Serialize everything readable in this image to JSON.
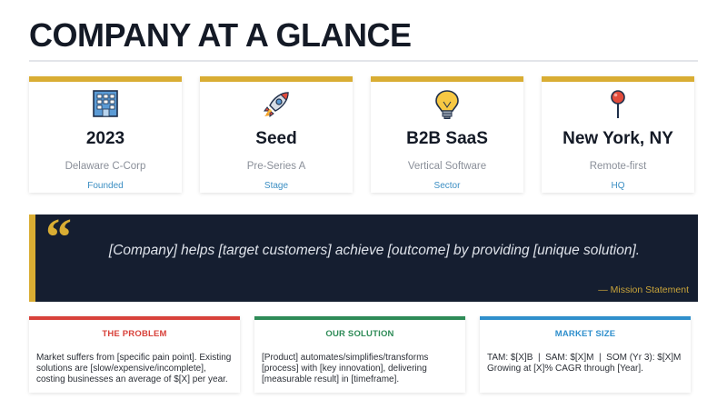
{
  "title": "COMPANY AT A GLANCE",
  "colors": {
    "accent": "#d9ad33",
    "dark": "#151e30",
    "problem": "#d8413a",
    "solution": "#2e8b57",
    "market": "#2f8fcc",
    "caption": "#3b8ec3"
  },
  "cards": [
    {
      "icon": "office-building-icon",
      "value": "2023",
      "sub": "Delaware C-Corp",
      "caption": "Founded"
    },
    {
      "icon": "rocket-icon",
      "value": "Seed",
      "sub": "Pre-Series A",
      "caption": "Stage"
    },
    {
      "icon": "lightbulb-icon",
      "value": "B2B SaaS",
      "sub": "Vertical Software",
      "caption": "Sector"
    },
    {
      "icon": "pushpin-icon",
      "value": "New York, NY",
      "sub": "Remote-first",
      "caption": "HQ"
    }
  ],
  "mission": {
    "quote_mark": "“",
    "statement": "[Company] helps [target customers] achieve [outcome] by providing [unique solution].",
    "attribution": "— Mission Statement"
  },
  "panels": [
    {
      "heading": "THE PROBLEM",
      "body": "Market suffers from [specific pain point]. Existing solutions are [slow/expensive/incomplete], costing businesses an average of $[X] per year."
    },
    {
      "heading": "OUR SOLUTION",
      "body": "[Product] automates/simplifies/transforms [process] with [key innovation], delivering [measurable result] in [timeframe]."
    },
    {
      "heading": "MARKET SIZE",
      "lines": [
        "TAM: $[X]B  |  SAM: $[X]M  |  SOM (Yr 3): $[X]M",
        "Growing at [X]% CAGR through [Year]."
      ]
    }
  ]
}
